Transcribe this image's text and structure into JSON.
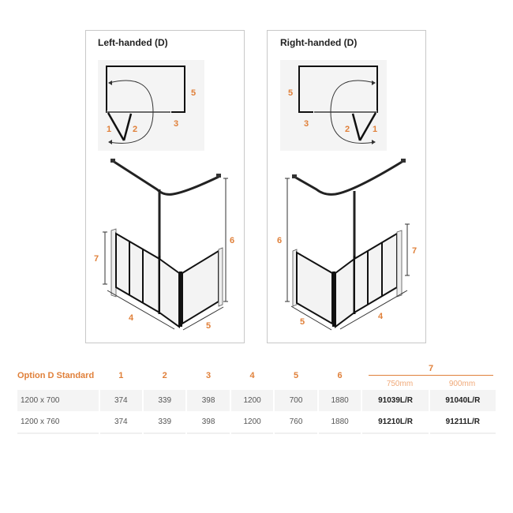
{
  "panels": [
    {
      "title": "Left-handed (D)",
      "plan_labels": {
        "l1": "1",
        "l2": "2",
        "l3": "3",
        "l5": "5"
      },
      "iso_labels": {
        "l4": "4",
        "l5": "5",
        "l6": "6",
        "l7": "7"
      }
    },
    {
      "title": "Right-handed (D)",
      "plan_labels": {
        "l1": "1",
        "l2": "2",
        "l3": "3",
        "l5": "5"
      },
      "iso_labels": {
        "l4": "4",
        "l5": "5",
        "l6": "6",
        "l7": "7"
      }
    }
  ],
  "colors": {
    "accent": "#e0803a",
    "accent_light": "#f0a978",
    "row_shade": "#f4f4f4",
    "frame": "#222222"
  },
  "table": {
    "headers": [
      "Option D Standard",
      "1",
      "2",
      "3",
      "4",
      "5",
      "6"
    ],
    "group7": {
      "label": "7",
      "sub": [
        "750mm",
        "900mm"
      ]
    },
    "rows": [
      {
        "size": "1200 x 700",
        "c1": "374",
        "c2": "339",
        "c3": "398",
        "c4": "1200",
        "c5": "700",
        "c6": "1880",
        "code750": "91039L/R",
        "code900": "91040L/R"
      },
      {
        "size": "1200 x 760",
        "c1": "374",
        "c2": "339",
        "c3": "398",
        "c4": "1200",
        "c5": "760",
        "c6": "1880",
        "code750": "91210L/R",
        "code900": "91211L/R"
      }
    ]
  }
}
